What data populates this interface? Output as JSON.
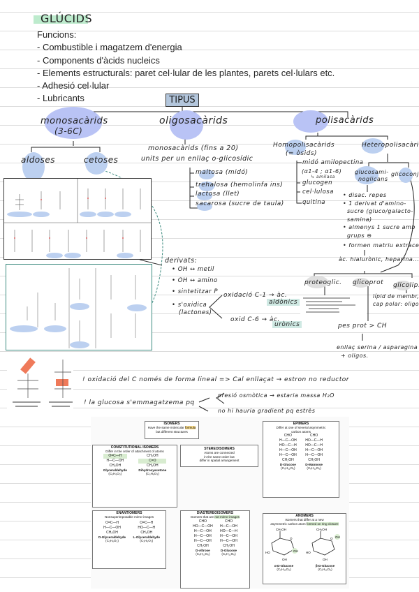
{
  "title": "GLÚCIDS",
  "functions": {
    "heading": "Funcions:",
    "items": [
      "- Combustible i magatzem d'energia",
      "- Components d'àcids nucleics",
      "- Elements estructurals: paret cel·lular de les plantes, parets cel·lulars etc.",
      "- Adhesió cel·lular",
      "- Lubricants"
    ]
  },
  "tree": {
    "root": "TIPUS",
    "mono": {
      "label": "monosacàrids",
      "sub": "(3-6C)",
      "aldoses": "aldoses",
      "cetoses": "cetoses"
    },
    "oligo": {
      "label": "oligosacàrids",
      "desc1": "monosacàrids (fins a 20)",
      "desc2": "units per un enllaç o-glicosídic",
      "items": [
        "maltosa (midó)",
        "trehalosa (hemolinfa ins)",
        "lactosa (llet)",
        "sacarosa (sucre de taula)"
      ]
    },
    "poli": {
      "label": "polisacàrids",
      "homo": "Homopolisacàrids",
      "homo_sub": "(= òsids)",
      "homo_items": [
        "midó amilopectina",
        "(α1-4 ; α1-6)",
        "↳ amilasa",
        "glucogen",
        "cel·lulosa",
        "quitina"
      ],
      "hetero": "Heteropolisacàrids",
      "gag1": "glucosami-",
      "gag2": "noglicans",
      "glicoconj": "glicoconj.",
      "gag_items": [
        "• disac. repes",
        "• 1 derivat d'amino-",
        "sucre (gluco/galacto-",
        "samina)",
        "• almenys 1 sucre amb",
        "grups ⊖",
        "• formen matriu extracel"
      ],
      "gag_example": "àc. hialurònic, heparina...",
      "proteoglic": "proteoglic.",
      "glicoprot": "glicoprot",
      "glicolip": "glicolip.",
      "glicolip_desc1": "lípid de membr,",
      "glicolip_desc2": "cap polar: oligos.",
      "glicoprot_desc": "pes prot > CH",
      "glicoprot_link1": "enllaç serina / asparagina",
      "glicoprot_link2": "+ oligos."
    }
  },
  "derivats": {
    "heading": "derivats:",
    "items": [
      "• OH ↔ metil",
      "• OH ↔ amino",
      "• sintetitzar P",
      "• s'oxidica",
      "(lactones)"
    ],
    "ox1": "oxidació C-1 → àc.",
    "ox1_hl": "aldònics",
    "ox6": "oxid C-6 → àc.",
    "ox6_hl": "urònics"
  },
  "notes": [
    {
      "mark": "!",
      "text": "oxidació del C només de forma lineal => Cal enllaçat → estron no reductor"
    },
    {
      "mark": "!",
      "text": "la glucosa s'emmagatzema pq",
      "branch1": "presió osmòtica → estaria massa H₂O",
      "branch2": "no hi hauria gradient pq estrès"
    }
  ],
  "isomers": {
    "root": {
      "title": "ISOMERS",
      "desc1": "Have the same molecular",
      "desc1_hl": "formula",
      "desc2": "but different structures"
    },
    "constitutional": {
      "title": "CONSTITUTIONAL ISOMERS",
      "desc": "Differ in the order of attachment of atoms",
      "mols": [
        {
          "lines": [
            "O=C—H",
            "H—C—OH",
            "CH₂OH"
          ],
          "name": "Glyceraldehyde",
          "formula": "(C₃H₆O₃)"
        },
        {
          "lines": [
            "CH₂OH",
            "C=O",
            "CH₂OH"
          ],
          "name": "Dihydroxyacetone",
          "formula": "(C₃H₆O₃)"
        }
      ]
    },
    "stereo": {
      "title": "STEREOISOMERS",
      "desc1": "Atoms are connected",
      "desc2": "in the same order but",
      "desc3": "differ in spatial arrangement"
    },
    "epimers": {
      "title": "EPIMERS",
      "desc1": "Differ at one of several asymmetric",
      "desc2": "carbon atoms",
      "mols": [
        {
          "lines": [
            "CHO",
            "H—C—OH",
            "HO—C—H",
            "H—C—OH",
            "H—C—OH",
            "CH₂OH"
          ],
          "name": "D-Glucose",
          "formula": "(C₆H₁₂O₆)"
        },
        {
          "lines": [
            "CHO",
            "HO—C—H",
            "HO—C—H",
            "H—C—OH",
            "H—C—OH",
            "CH₂OH"
          ],
          "name": "D-Mannose",
          "formula": "(C₆H₁₂O₆)"
        }
      ]
    },
    "enantiomers": {
      "title": "ENANTIOMERS",
      "desc": "Nonsuperimposable mirror images",
      "mols": [
        {
          "lines": [
            "O=C—H",
            "H—C—OH",
            "CH₂OH"
          ],
          "name": "D-Glyceraldehyde",
          "formula": "(C₃H₆O₃)"
        },
        {
          "lines": [
            "O=C—H",
            "HO—C—H",
            "CH₂OH"
          ],
          "name": "L-Glyceraldehyde",
          "formula": "(C₃H₆O₃)"
        }
      ]
    },
    "diastereo": {
      "title": "DIASTEREOISOMERS",
      "desc": "Isomers that are",
      "desc_hl": "not mirror images",
      "mols": [
        {
          "lines": [
            "CHO",
            "HO—C—OH",
            "H—C—OH",
            "H—C—OH",
            "H—C—OH",
            "CH₂OH"
          ],
          "name": "D-Altrose",
          "formula": "(C₆H₁₂O₆)"
        },
        {
          "lines": [
            "CHO",
            "H—C—OH",
            "HO—C—H",
            "H—C—OH",
            "H—C—OH",
            "CH₂OH"
          ],
          "name": "D-Glucose",
          "formula": "(C₆H₁₂O₆)"
        }
      ]
    },
    "anomers": {
      "title": "ANOMERS",
      "desc1": "Isomers that differ at a new",
      "desc2": "asymmetric carbon atom",
      "desc2_hl": "formed on ring closure",
      "mols": [
        {
          "name": "α-D-Glucose",
          "formula": "(C₆H₁₂O₆)"
        },
        {
          "name": "β-D-Glucose",
          "formula": "(C₆H₁₂O₆)"
        }
      ],
      "ring_labels": [
        "CH₂OH",
        "O",
        "OH",
        "HO",
        "OH",
        "OH"
      ]
    }
  },
  "colors": {
    "title_highlight": "#bdebcd",
    "tipus_box": "#b3c6dc",
    "oval": "#b9c3f5",
    "blob": "#bcd0f0",
    "teal": "#3a8a7e",
    "teal_hl": "#cfe9e3",
    "orange": "#ef7a5a"
  }
}
